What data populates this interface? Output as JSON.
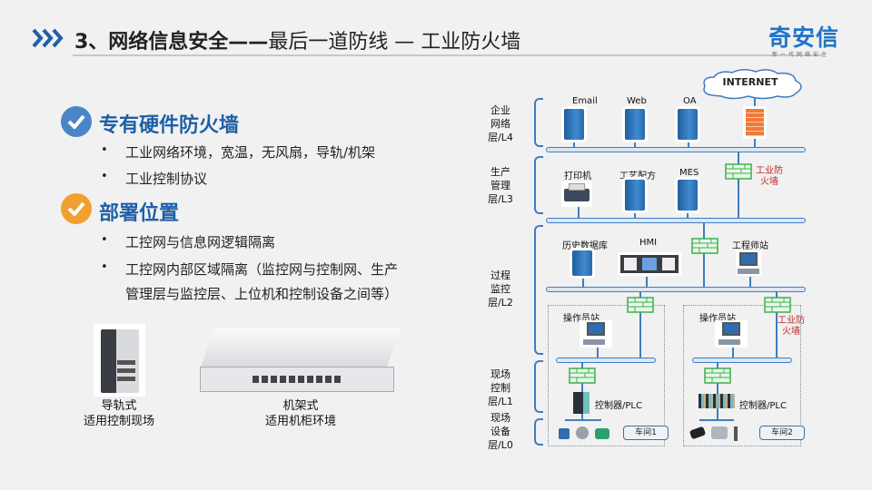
{
  "header": {
    "title_bold": "3、网络信息安全——",
    "title_rest": "最后一道防线 — 工业防火墙",
    "logo": "奇安信",
    "logo_sub": "新一代网络安全"
  },
  "sections": [
    {
      "heading": "专有硬件防火墙",
      "color": "#4a86c5",
      "bullets": [
        "工业网络环境，宽温，无风扇，导轨/机架",
        "工业控制协议"
      ]
    },
    {
      "heading": "部署位置",
      "color": "#f0a030",
      "bullets": [
        "工控网与信息网逻辑隔离",
        "工控网内部区域隔离（监控网与控制网、生产",
        "管理层与监控层、上位机和控制设备之间等）"
      ]
    }
  ],
  "products": [
    {
      "line1": "导轨式",
      "line2": "适用控制现场"
    },
    {
      "line1": "机架式",
      "line2": "适用机柜环境"
    }
  ],
  "diagram": {
    "internet": "INTERNET",
    "layers": [
      {
        "l1": "企业",
        "l2": "网络",
        "l3": "层/L4"
      },
      {
        "l1": "生产",
        "l2": "管理",
        "l3": "层/L3"
      },
      {
        "l1": "过程",
        "l2": "监控",
        "l3": "层/L2"
      },
      {
        "l1": "现场",
        "l2": "控制",
        "l3": "层/L1"
      },
      {
        "l1": "现场",
        "l2": "设备",
        "l3": "层/L0"
      }
    ],
    "l4": [
      "Email",
      "Web",
      "OA"
    ],
    "l3": [
      "打印机",
      "工艺配方",
      "MES"
    ],
    "l2": [
      "历史数据库",
      "HMI",
      "工程师站"
    ],
    "firewall_label_1": "工业防",
    "firewall_label_2": "火墙",
    "operator": "操作员站",
    "plc": "控制器/PLC",
    "workshops": [
      "车间1",
      "车间2"
    ]
  }
}
